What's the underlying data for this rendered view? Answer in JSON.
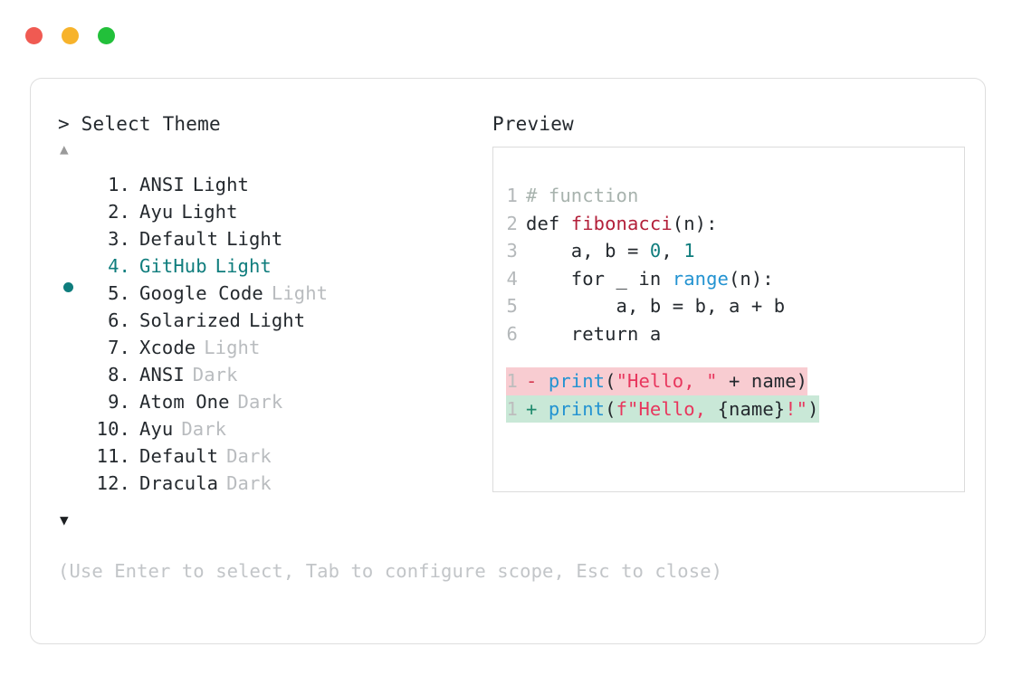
{
  "window": {
    "dots": [
      {
        "name": "close",
        "color": "#f05a52"
      },
      {
        "name": "minimize",
        "color": "#f7b32b"
      },
      {
        "name": "maximize",
        "color": "#22c03a"
      }
    ]
  },
  "prompt": {
    "title": "> Select Theme",
    "scroll_up": "▲",
    "scroll_down": "▼",
    "selected_index": 4,
    "items": [
      {
        "number": "1.",
        "name": "ANSI",
        "variant": "Light",
        "variant_muted": false,
        "selected": false
      },
      {
        "number": "2.",
        "name": "Ayu",
        "variant": "Light",
        "variant_muted": false,
        "selected": false
      },
      {
        "number": "3.",
        "name": "Default",
        "variant": "Light",
        "variant_muted": false,
        "selected": false
      },
      {
        "number": "4.",
        "name": "GitHub",
        "variant": "Light",
        "variant_muted": false,
        "selected": true
      },
      {
        "number": "5.",
        "name": "Google Code",
        "variant": "Light",
        "variant_muted": true,
        "selected": false
      },
      {
        "number": "6.",
        "name": "Solarized",
        "variant": "Light",
        "variant_muted": false,
        "selected": false
      },
      {
        "number": "7.",
        "name": "Xcode",
        "variant": "Light",
        "variant_muted": true,
        "selected": false
      },
      {
        "number": "8.",
        "name": "ANSI",
        "variant": "Dark",
        "variant_muted": true,
        "selected": false
      },
      {
        "number": "9.",
        "name": "Atom One",
        "variant": "Dark",
        "variant_muted": true,
        "selected": false
      },
      {
        "number": "10.",
        "name": "Ayu",
        "variant": "Dark",
        "variant_muted": true,
        "selected": false
      },
      {
        "number": "11.",
        "name": "Default",
        "variant": "Dark",
        "variant_muted": true,
        "selected": false
      },
      {
        "number": "12.",
        "name": "Dracula",
        "variant": "Dark",
        "variant_muted": true,
        "selected": false
      }
    ],
    "hint": "(Use Enter to select, Tab to configure scope, Esc to close)"
  },
  "preview": {
    "title": "Preview",
    "code_lines": [
      {
        "number": "1",
        "tokens": [
          {
            "text": "# function",
            "cls": "tk-comment"
          }
        ]
      },
      {
        "number": "2",
        "tokens": [
          {
            "text": "def ",
            "cls": "tk-plain"
          },
          {
            "text": "fibonacci",
            "cls": "tk-func"
          },
          {
            "text": "(n):",
            "cls": "tk-paren"
          }
        ]
      },
      {
        "number": "3",
        "tokens": [
          {
            "text": "    a, b = ",
            "cls": "tk-plain"
          },
          {
            "text": "0",
            "cls": "tk-num"
          },
          {
            "text": ", ",
            "cls": "tk-plain"
          },
          {
            "text": "1",
            "cls": "tk-num"
          }
        ]
      },
      {
        "number": "4",
        "tokens": [
          {
            "text": "    for _ in ",
            "cls": "tk-plain"
          },
          {
            "text": "range",
            "cls": "tk-builtin"
          },
          {
            "text": "(n):",
            "cls": "tk-paren"
          }
        ]
      },
      {
        "number": "5",
        "tokens": [
          {
            "text": "        a, b = b, a + b",
            "cls": "tk-plain"
          }
        ]
      },
      {
        "number": "6",
        "tokens": [
          {
            "text": "    return a",
            "cls": "tk-plain"
          }
        ]
      }
    ],
    "diff_lines": [
      {
        "number": "1",
        "kind": "removed",
        "sign": "-",
        "bg": "#f8ccd1",
        "tokens": [
          {
            "text": " ",
            "cls": "tk-plain"
          },
          {
            "text": "print",
            "cls": "tk-builtin"
          },
          {
            "text": "(",
            "cls": "tk-paren"
          },
          {
            "text": "\"Hello, \"",
            "cls": "tk-string"
          },
          {
            "text": " + name",
            "cls": "tk-plain"
          },
          {
            "text": ")",
            "cls": "tk-paren"
          }
        ]
      },
      {
        "number": "1",
        "kind": "added",
        "sign": "+",
        "bg": "#c9e8d7",
        "tokens": [
          {
            "text": " ",
            "cls": "tk-plain"
          },
          {
            "text": "print",
            "cls": "tk-builtin"
          },
          {
            "text": "(",
            "cls": "tk-paren"
          },
          {
            "text": "f\"Hello, ",
            "cls": "tk-string"
          },
          {
            "text": "{name}",
            "cls": "tk-plain"
          },
          {
            "text": "!\"",
            "cls": "tk-string"
          },
          {
            "text": ")",
            "cls": "tk-paren"
          }
        ]
      }
    ]
  },
  "colors": {
    "accent_teal": "#0f7d7d",
    "text": "#24292e",
    "muted": "#b9bcbf",
    "hint": "#c2c5c8",
    "border": "#dedede",
    "diff_removed_bg": "#f8ccd1",
    "diff_added_bg": "#c9e8d7"
  }
}
